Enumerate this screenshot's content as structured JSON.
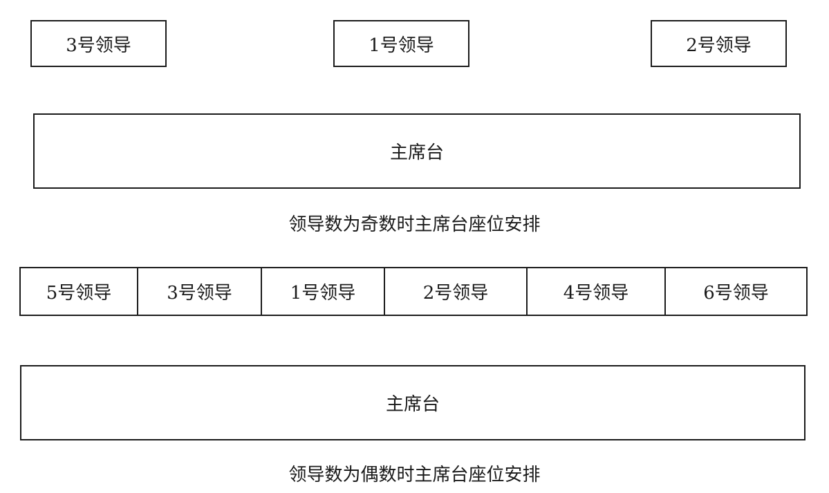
{
  "odd": {
    "seats": [
      "3号领导",
      "1号领导",
      "2号领导"
    ],
    "podium": "主席台",
    "caption": "领导数为奇数时主席台座位安排"
  },
  "even": {
    "seats": [
      "5号领导",
      "3号领导",
      "1号领导",
      "2号领导",
      "4号领导",
      "6号领导"
    ],
    "podium": "主席台",
    "caption": "领导数为偶数时主席台座位安排"
  }
}
